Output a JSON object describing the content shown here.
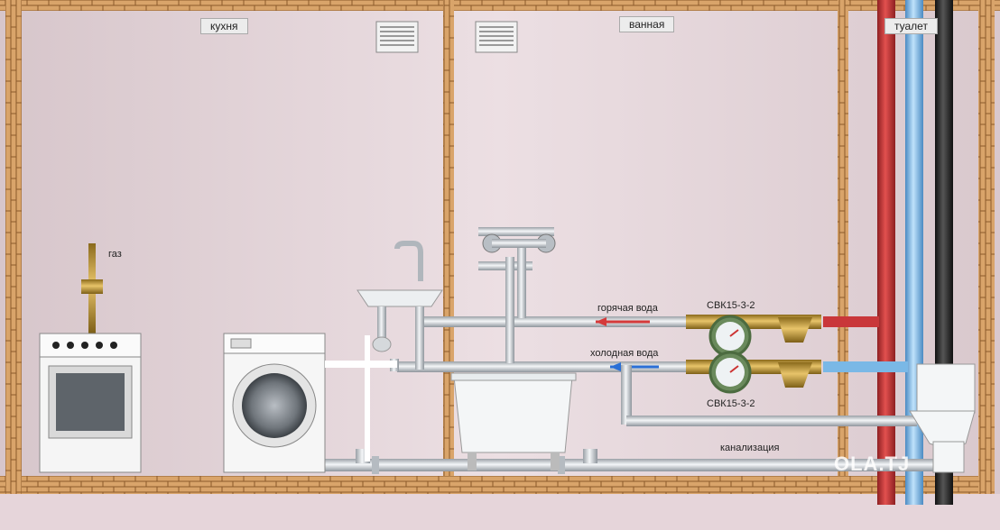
{
  "rooms": {
    "kitchen": "кухня",
    "bathroom": "ванная",
    "toilet": "туалет"
  },
  "labels": {
    "gas": "газ",
    "hot_water": "горячая вода",
    "cold_water": "холодная вода",
    "meter_top": "СВК15-3-2",
    "meter_bottom": "СВК15-3-2",
    "sewer": "канализация"
  },
  "watermark": "OLA.TJ",
  "colors": {
    "brick": "#d9a46a",
    "wall": "#e4d3d8",
    "hot_riser": "#c9373a",
    "cold_riser": "#7ab8e6",
    "sewer_riser": "#333333",
    "hot_arrow": "#d53a3a",
    "cold_arrow": "#2a6fd6"
  }
}
